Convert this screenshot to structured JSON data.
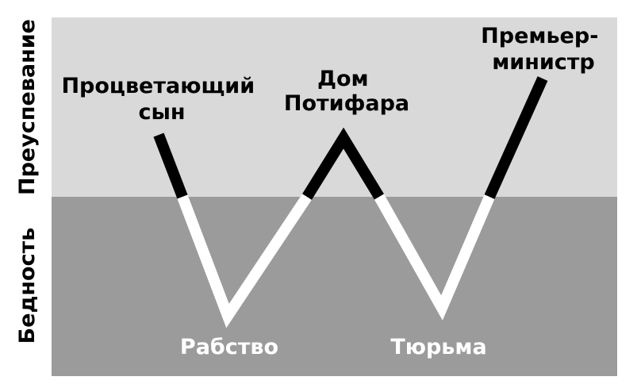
{
  "colors": {
    "upper_zone": "#d9d9d9",
    "lower_zone": "#9b9b9b",
    "path_upper": "#000000",
    "path_lower": "#ffffff",
    "label_upper": "#000000",
    "label_lower": "#ffffff"
  },
  "zones": {
    "upper": "Преуспевание",
    "lower": "Бедность"
  },
  "points": {
    "start": [
      "Процветающий",
      "сын"
    ],
    "slavery": [
      "Рабство"
    ],
    "potiphar": [
      "Дом",
      "Потифара"
    ],
    "prison": [
      "Тюрьма"
    ],
    "minister": [
      "Премьер-",
      "министр"
    ]
  }
}
